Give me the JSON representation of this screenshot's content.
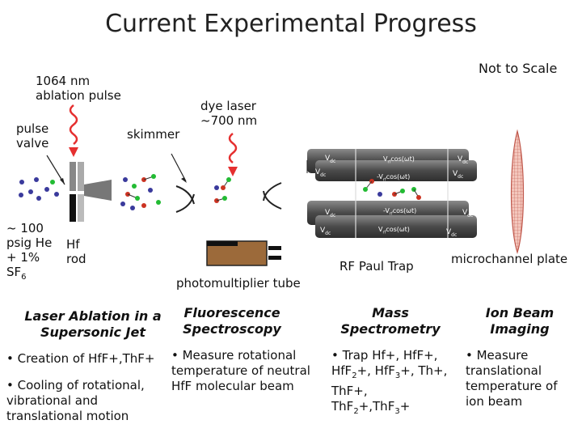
{
  "title": "Current Experimental Progress",
  "not_to_scale": "Not to Scale",
  "labels": {
    "ablation_1": "1064 nm",
    "ablation_2": "ablation pulse",
    "dye_1": "dye laser",
    "dye_2": "~700 nm",
    "pulse_valve_1": "pulse",
    "pulse_valve_2": "valve",
    "skimmer": "skimmer",
    "pressure_1": "~ 100",
    "pressure_2": "psig He",
    "pressure_3": "+ 1%",
    "pressure_4": "SF",
    "pressure_4_sub": "6",
    "rod_1": "Hf",
    "rod_2": "rod",
    "pmt": "photomultiplier tube",
    "paul_trap": "RF Paul Trap",
    "mcp": "microchannel plate"
  },
  "trap_labels": {
    "v_dc": "V",
    "dc_sub": "dc",
    "rf_top": "V",
    "rf_top_rest": "cos(ωt)",
    "rf_mid": "-V",
    "rf_mid_rest": "cos(ωt)",
    "rf_low": "-V",
    "rf_low_rest": "cos(ωt)",
    "rf_bot": "V",
    "rf_bot_rest": "cos(ωt)",
    "rf_sub": "rf"
  },
  "sections": [
    {
      "heading_1": "Laser Ablation in a",
      "heading_2": "Supersonic Jet",
      "bullets": [
        [
          "• Creation of HfF+,ThF+"
        ],
        [
          "• Cooling of rotational,",
          "vibrational and",
          "translational motion"
        ]
      ]
    },
    {
      "heading_1": "Fluorescence",
      "heading_2": "Spectroscopy",
      "bullets": [
        [
          "• Measure rotational",
          "temperature of neutral",
          "HfF molecular beam"
        ]
      ]
    },
    {
      "heading_1": "Mass",
      "heading_2": "Spectrometry",
      "bullets": [
        [
          "• Trap Hf+, HfF+,",
          "HfF",
          "2",
          "+, HfF",
          "3",
          "+, Th+,",
          "ThF+,",
          "ThF",
          "2",
          "+,ThF",
          "3",
          "+"
        ]
      ]
    },
    {
      "heading_1": "Ion Beam",
      "heading_2": "Imaging",
      "bullets": [
        [
          "• Measure",
          "translational",
          "temperature of",
          "ion beam"
        ]
      ]
    }
  ],
  "colors": {
    "laser": "#e53030",
    "arrow_fill": "#e53030",
    "molecule_blue": "#3a3a9c",
    "molecule_green": "#22bb33",
    "molecule_red": "#cc3322",
    "trap_rod": "#555555",
    "pmt_body": "#9c6a3a",
    "mcp_fill": "#f3c6bc"
  },
  "icons": {
    "laser_wave": "wavy-red-line-icon",
    "pmt": "photomultiplier-tube-icon",
    "mcp": "microchannel-plate-icon"
  }
}
